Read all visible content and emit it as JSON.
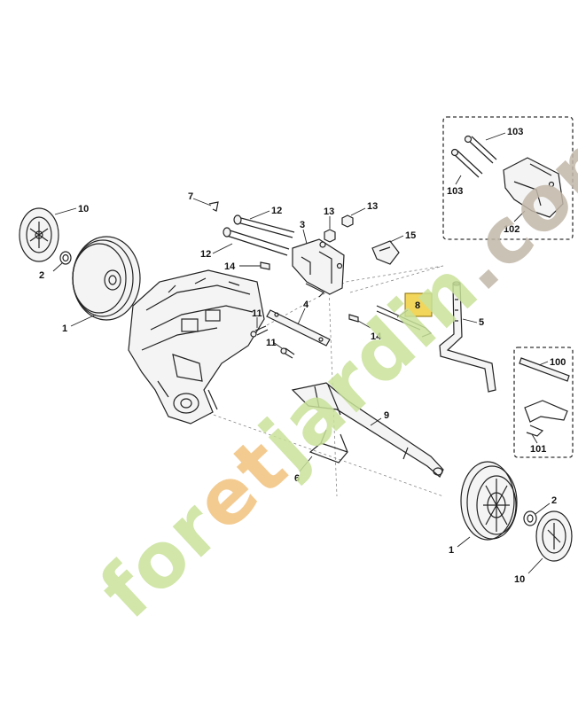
{
  "diagram": {
    "callouts": [
      {
        "id": "c-10a",
        "text": "10"
      },
      {
        "id": "c-2a",
        "text": "2"
      },
      {
        "id": "c-1a",
        "text": "1"
      },
      {
        "id": "c-7",
        "text": "7"
      },
      {
        "id": "c-12a",
        "text": "12"
      },
      {
        "id": "c-12b",
        "text": "12"
      },
      {
        "id": "c-3",
        "text": "3"
      },
      {
        "id": "c-13a",
        "text": "13"
      },
      {
        "id": "c-13b",
        "text": "13"
      },
      {
        "id": "c-15",
        "text": "15"
      },
      {
        "id": "c-14a",
        "text": "14"
      },
      {
        "id": "c-14b",
        "text": "14"
      },
      {
        "id": "c-11a",
        "text": "11"
      },
      {
        "id": "c-11b",
        "text": "11"
      },
      {
        "id": "c-4",
        "text": "4"
      },
      {
        "id": "c-8",
        "text": "8"
      },
      {
        "id": "c-5",
        "text": "5"
      },
      {
        "id": "c-9",
        "text": "9"
      },
      {
        "id": "c-6",
        "text": "6"
      },
      {
        "id": "c-103a",
        "text": "103"
      },
      {
        "id": "c-103b",
        "text": "103"
      },
      {
        "id": "c-102",
        "text": "102"
      },
      {
        "id": "c-100",
        "text": "100"
      },
      {
        "id": "c-101",
        "text": "101"
      },
      {
        "id": "c-2b",
        "text": "2"
      },
      {
        "id": "c-1b",
        "text": "1"
      },
      {
        "id": "c-10b",
        "text": "10"
      }
    ],
    "highlight_color": "#f2d65c"
  },
  "watermark": {
    "parts": [
      {
        "text": "for",
        "color": "#c9e29a"
      },
      {
        "text": "et",
        "color": "#f2c27e"
      },
      {
        "text": "jardin",
        "color": "#c9e29a"
      },
      {
        "text": ".com",
        "color": "#c3b8aa"
      }
    ]
  }
}
